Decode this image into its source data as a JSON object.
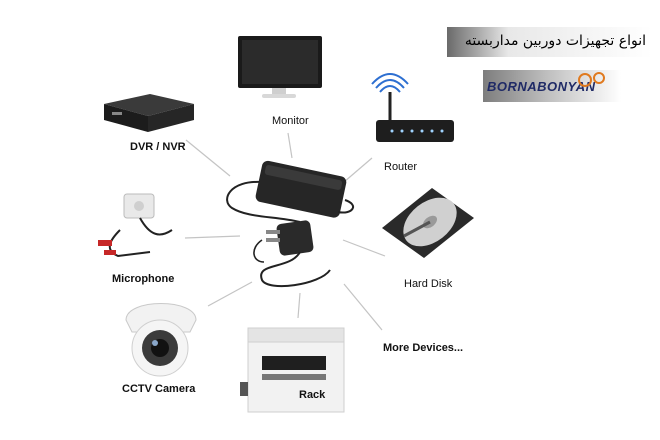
{
  "title": "انواع تجهیزات دوربین مداربسته",
  "logo_text": "BORNABONYAN",
  "labels": {
    "monitor": "Monitor",
    "dvr": "DVR / NVR",
    "router": "Router",
    "microphone": "Microphone",
    "hard_disk": "Hard Disk",
    "more_devices": "More Devices...",
    "cctv_camera": "CCTV Camera",
    "rack": "Rack"
  },
  "colors": {
    "lines": "#bdbdbd",
    "device_dark": "#1e1e1e",
    "logo_blue": "#1f2a66",
    "logo_orange": "#e07a1f"
  }
}
